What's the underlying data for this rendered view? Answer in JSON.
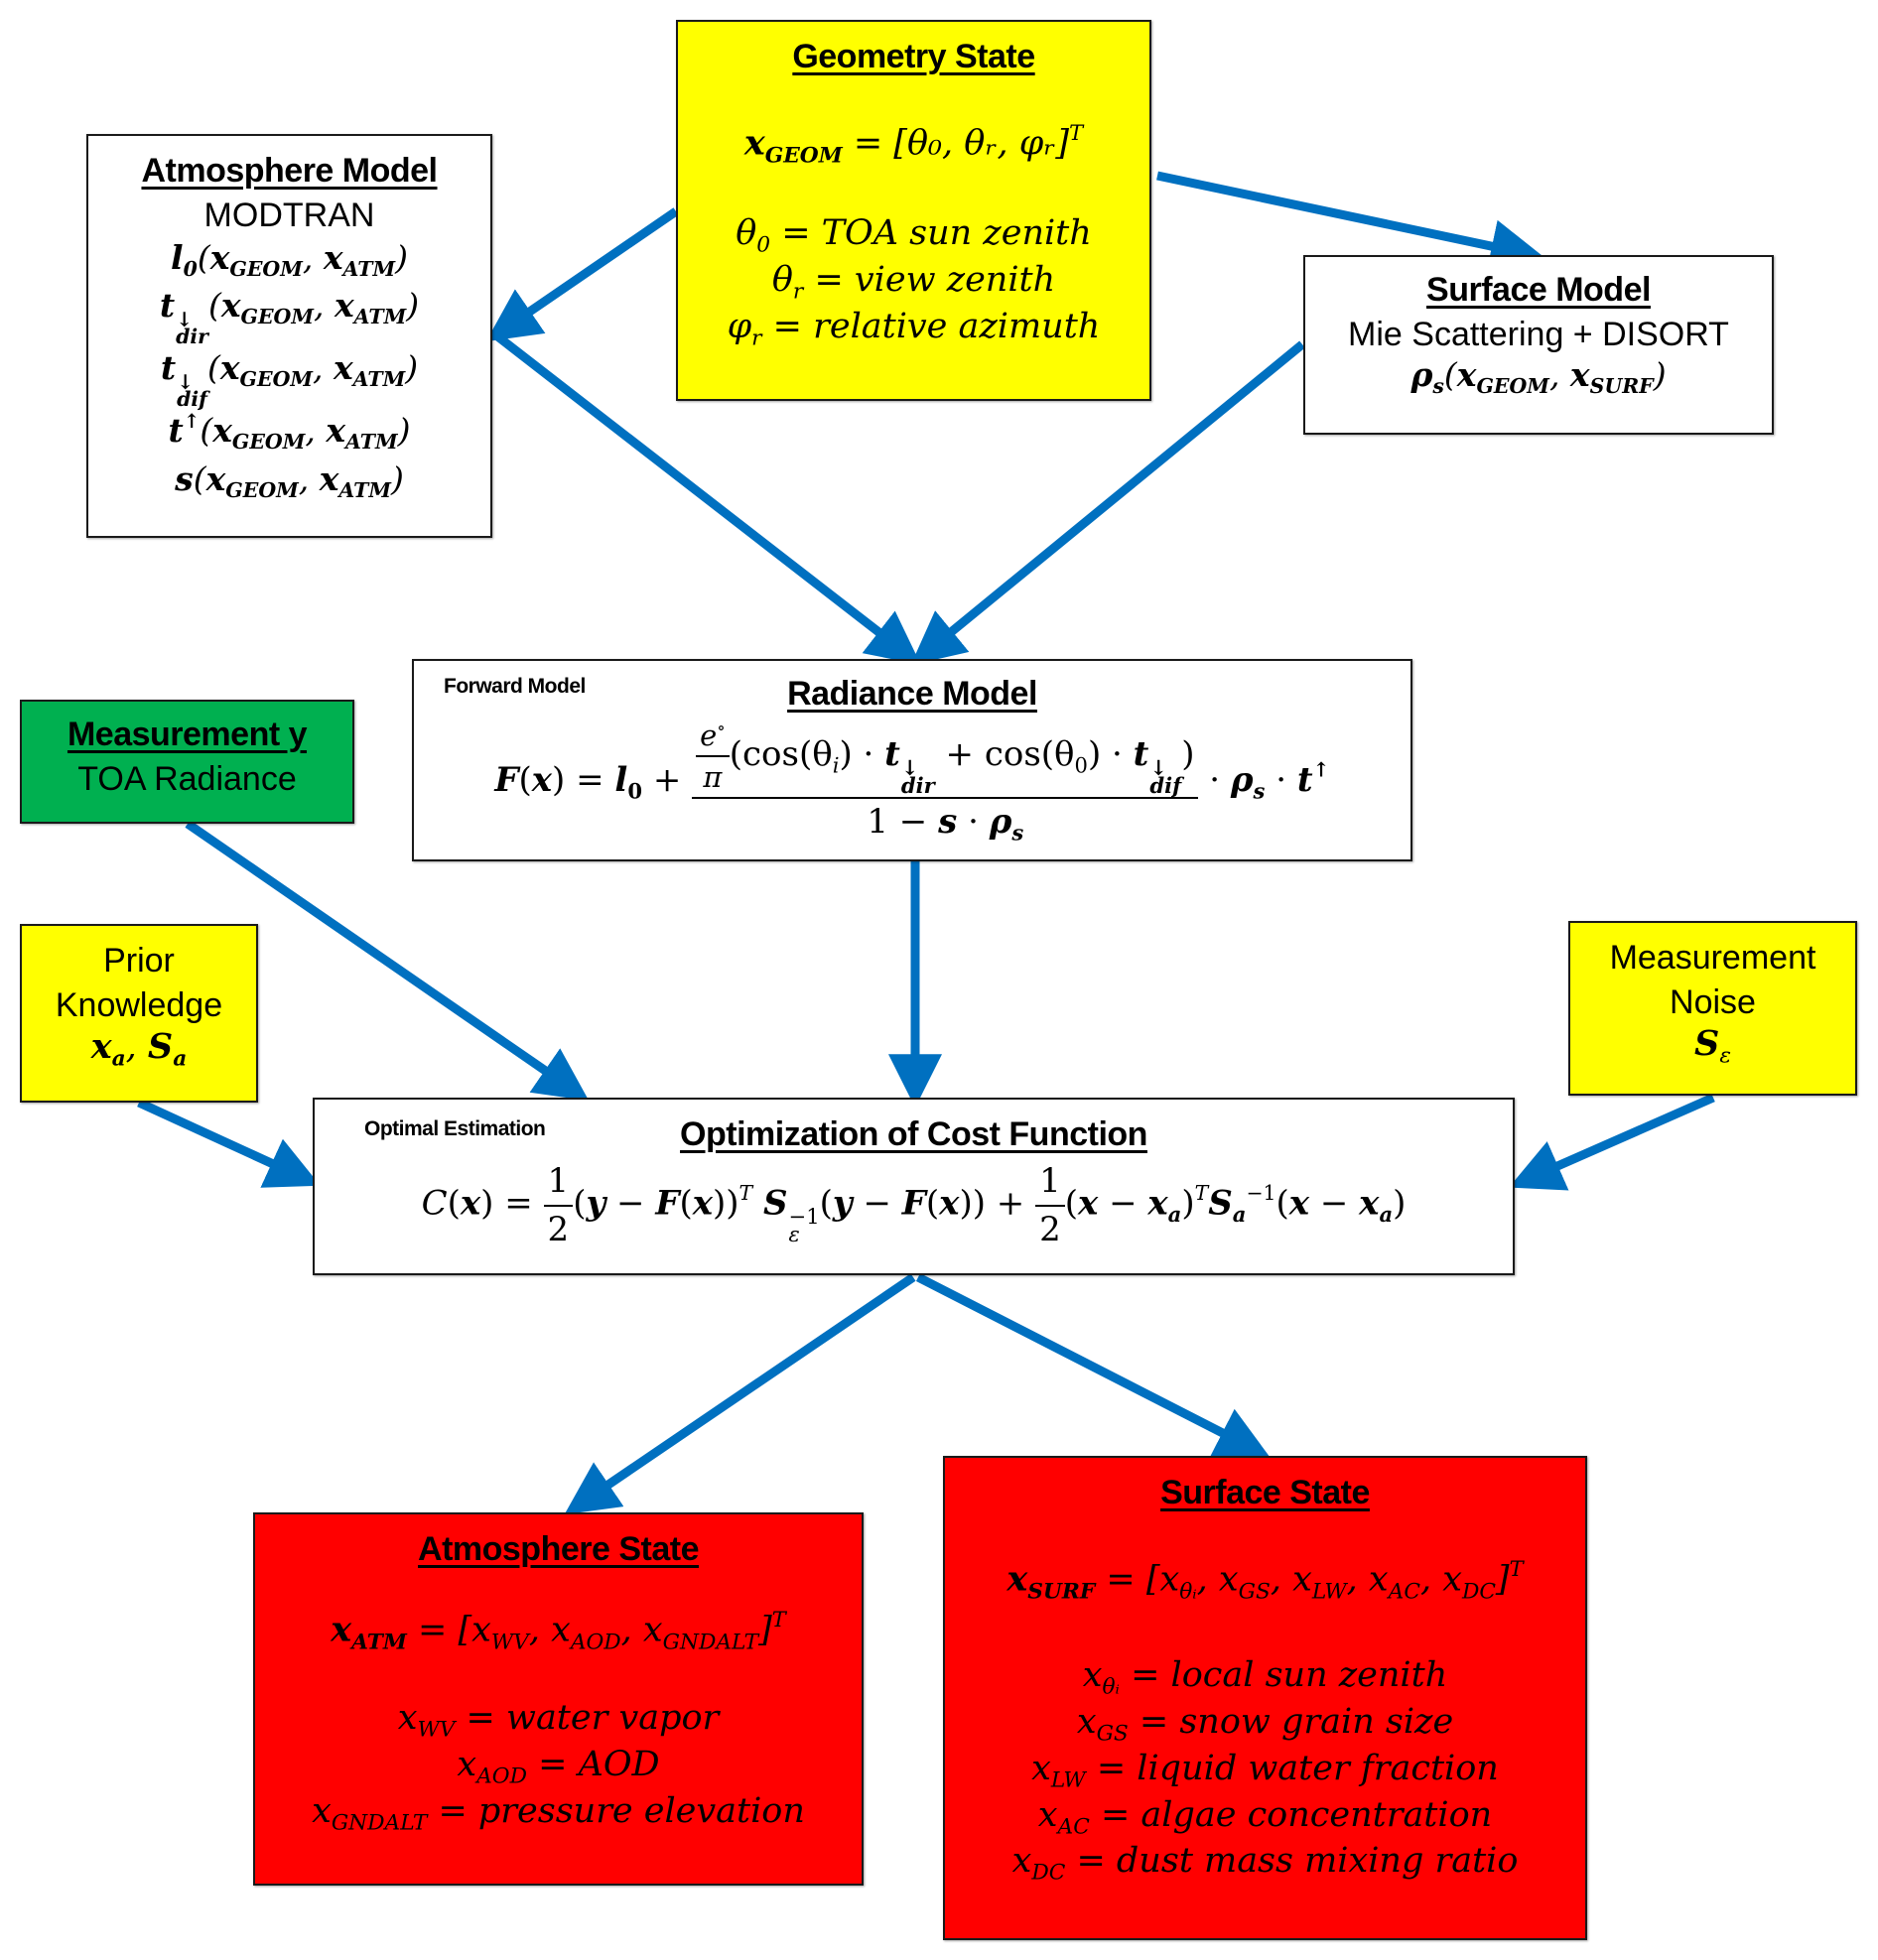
{
  "colors": {
    "arrow": "#0070c0",
    "yellow": "#ffff00",
    "green": "#00b050",
    "red": "#ff0000",
    "white": "#ffffff",
    "border": "#1a1a1a"
  },
  "geometry_state": {
    "title": "Geometry State",
    "vector_lhs": "x",
    "vector_lhs_sub": "GEOM",
    "vector_rhs": "= [θ₀, θᵣ, φᵣ]",
    "vector_sup": "T",
    "defs": [
      {
        "sym": "θ",
        "sub": "0",
        "text": "= TOA sun zenith"
      },
      {
        "sym": "θ",
        "sub": "r",
        "text": "= view zenith"
      },
      {
        "sym": "φ",
        "sub": "r",
        "text": "= relative azimuth"
      }
    ]
  },
  "atmosphere_model": {
    "title": "Atmosphere Model",
    "subtitle": "MODTRAN",
    "functions": [
      {
        "name": "l",
        "sup": "",
        "sub": "0",
        "args": "GEOM, ATM"
      },
      {
        "name": "t",
        "sup": "↓",
        "sub": "dir",
        "args": "GEOM, ATM"
      },
      {
        "name": "t",
        "sup": "↓",
        "sub": "dif",
        "args": "GEOM, ATM"
      },
      {
        "name": "t",
        "sup": "↑",
        "sub": "",
        "args": "GEOM, ATM"
      },
      {
        "name": "s",
        "sup": "",
        "sub": "",
        "args": "GEOM, ATM"
      }
    ]
  },
  "surface_model": {
    "title": "Surface Model",
    "subtitle": "Mie Scattering + DISORT",
    "function": {
      "name": "ρ",
      "sub": "s",
      "arg1": "GEOM",
      "arg2": "SURF"
    }
  },
  "radiance_model": {
    "corner_label": "Forward Model",
    "title": "Radiance Model",
    "equation": {
      "lhs": "F(x) = ",
      "l0": "l",
      "l0_sub": "0",
      "plus": " + ",
      "num_e": "e",
      "num_e_sup": "∘",
      "num_pi": "π",
      "num_body_1": "(cos(θ",
      "num_body_1_sub": "i",
      "num_body_2": ") · ",
      "t_dir_sub": "dir",
      "num_body_3": " + cos(θ",
      "num_body_3_sub": "0",
      "num_body_4": ") · ",
      "t_dif_sub": "dif",
      "num_close": ")",
      "den": "1 − s · ρ",
      "den_sub": "s",
      "tail": " · ρ",
      "tail_sub": "s",
      "tail_2": " · t",
      "tail_sup": "↑"
    }
  },
  "measurement": {
    "title": "Measurement y",
    "subtitle": "TOA Radiance"
  },
  "prior": {
    "line1": "Prior",
    "line2": "Knowledge",
    "math": "x",
    "math_sub": "a",
    "math2": "S",
    "math2_sub": "a"
  },
  "noise": {
    "line1": "Measurement",
    "line2": "Noise",
    "math": "S",
    "math_sub": "ε"
  },
  "optimization": {
    "corner_label": "Optimal Estimation",
    "title": "Optimization of Cost Function",
    "equation": {
      "lhs": "C(x) = ",
      "half_num": "1",
      "half_den": "2",
      "term1": "(y − F(x))",
      "term1_sup": "T",
      "s_eps": "S",
      "s_eps_sub": "ε",
      "s_eps_sup": "−1",
      "term2": "(y − F(x)) + ",
      "term3": "(x − x",
      "term3_sub": "a",
      "term3_close": ")",
      "term3_sup": "T",
      "s_a": "S",
      "s_a_sub": "a",
      "s_a_sup": "−1",
      "term4": "(x − x",
      "term4_sub": "a",
      "term4_close": ")"
    }
  },
  "atmosphere_state": {
    "title": "Atmosphere State",
    "vector_lhs": "x",
    "vector_lhs_sub": "ATM",
    "vector_items": [
      "WV",
      "AOD",
      "GNDALT"
    ],
    "vector_sup": "T",
    "defs": [
      {
        "sub": "WV",
        "text": "= water vapor"
      },
      {
        "sub": "AOD",
        "text": "= AOD"
      },
      {
        "sub": "GNDALT",
        "text": "= pressure elevation"
      }
    ]
  },
  "surface_state": {
    "title": "Surface State",
    "vector_lhs": "x",
    "vector_lhs_sub": "SURF",
    "vector_items": [
      "θᵢ",
      "GS",
      "LW",
      "AC",
      "DC"
    ],
    "vector_sup": "T",
    "defs": [
      {
        "sub": "θᵢ",
        "text": "= local sun zenith"
      },
      {
        "sub": "GS",
        "text": "= snow grain size"
      },
      {
        "sub": "LW",
        "text": "= liquid water fraction"
      },
      {
        "sub": "AC",
        "text": "= algae concentration"
      },
      {
        "sub": "DC",
        "text": "= dust mass mixing ratio"
      }
    ]
  }
}
